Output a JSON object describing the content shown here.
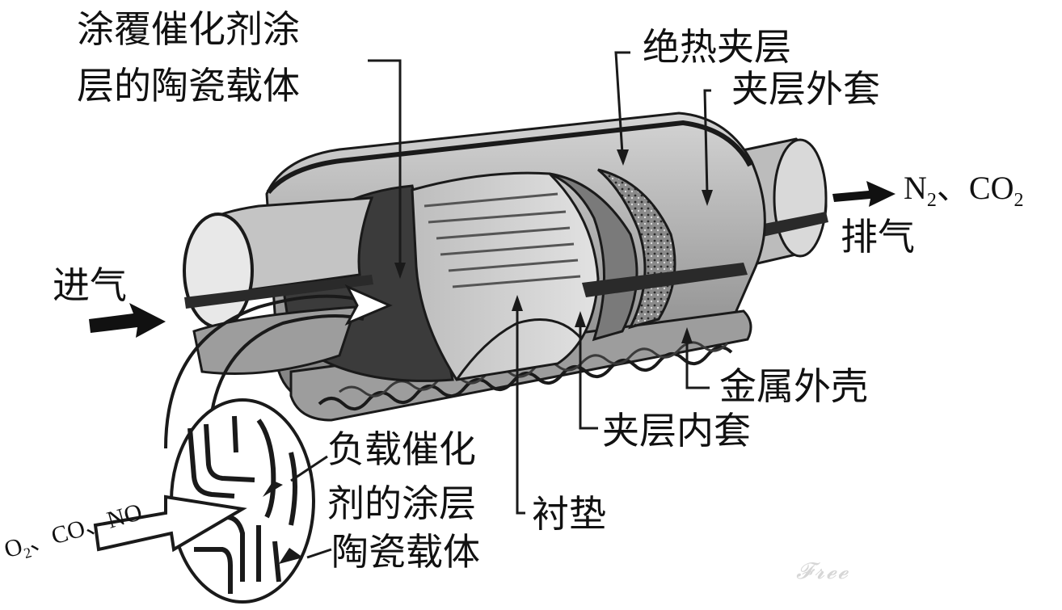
{
  "labels": {
    "ceramic_carrier_coated_line1": "涂覆催化剂涂",
    "ceramic_carrier_coated_line2": "层的陶瓷载体",
    "insulation_layer": "绝热夹层",
    "outer_jacket": "夹层外套",
    "exhaust": "排气",
    "intake": "进气",
    "metal_shell": "金属外壳",
    "inner_jacket": "夹层内套",
    "catalyst_coating_line1": "负载催化",
    "catalyst_coating_line2": "剂的涂层",
    "liner_pad": "衬垫",
    "ceramic_carrier": "陶瓷载体"
  },
  "gases": {
    "outlet_n2": "N",
    "outlet_n2_sub": "2",
    "outlet_sep": "、",
    "outlet_co2": "CO",
    "outlet_co2_sub": "2",
    "inlet_o2": "O",
    "inlet_o2_sub": "2",
    "inlet_rest": "、CO、NO"
  },
  "colors": {
    "shell_gray": "#9a9a9a",
    "light_gray": "#c8c8c8",
    "dark": "#1a1a1a"
  }
}
